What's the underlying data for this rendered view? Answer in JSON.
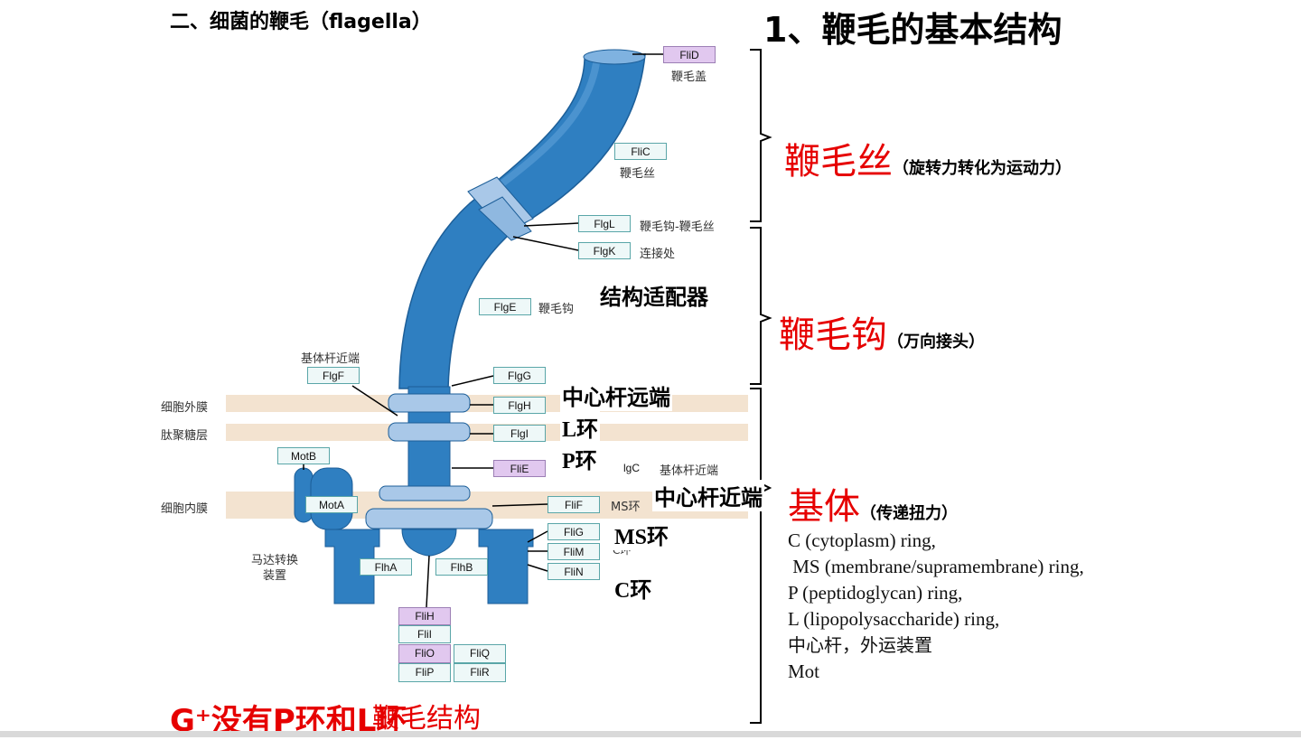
{
  "header": {
    "section_title": "二、细菌的鞭毛（flagella）",
    "main_title": "1、鞭毛的基本结构"
  },
  "protein_boxes": [
    {
      "name": "fliD-box",
      "text": "FliD",
      "purple": true
    },
    {
      "name": "flic-box",
      "text": "FliC",
      "purple": false
    },
    {
      "name": "flgl-box",
      "text": "FlgL",
      "purple": false
    },
    {
      "name": "flgk-box",
      "text": "FlgK",
      "purple": false
    },
    {
      "name": "flge-box",
      "text": "FlgE",
      "purple": false
    },
    {
      "name": "flgf-box",
      "text": "FlgF",
      "purple": false
    },
    {
      "name": "flgg-box",
      "text": "FlgG",
      "purple": false
    },
    {
      "name": "flgh-box",
      "text": "FlgH",
      "purple": false
    },
    {
      "name": "flgi-box",
      "text": "FlgI",
      "purple": false
    },
    {
      "name": "flie-box",
      "text": "FliE",
      "purple": true
    },
    {
      "name": "motb-box",
      "text": "MotB",
      "purple": false
    },
    {
      "name": "mota-box",
      "text": "MotA",
      "purple": false
    },
    {
      "name": "flif-box",
      "text": "FliF",
      "purple": false
    },
    {
      "name": "flig-box",
      "text": "FliG",
      "purple": false
    },
    {
      "name": "flim-box",
      "text": "FliM",
      "purple": false
    },
    {
      "name": "flin-box",
      "text": "FliN",
      "purple": false
    },
    {
      "name": "flha-box",
      "text": "FlhA",
      "purple": false
    },
    {
      "name": "flhb-box",
      "text": "FlhB",
      "purple": false
    },
    {
      "name": "flih-box",
      "text": "FliH",
      "purple": true
    },
    {
      "name": "flii-box",
      "text": "FliI",
      "purple": false
    },
    {
      "name": "flio-box",
      "text": "FliO",
      "purple": true
    },
    {
      "name": "flip-box",
      "text": "FliP",
      "purple": false
    },
    {
      "name": "fliq-box",
      "text": "FliQ",
      "purple": false
    },
    {
      "name": "flir-box",
      "text": "FliR",
      "purple": false
    },
    {
      "name": "flgc-box",
      "text": "lgC",
      "purple": false
    }
  ],
  "diagram_labels": {
    "cap": "鞭毛盖",
    "filament": "鞭毛丝",
    "hook_filament": "鞭毛钩-鞭毛丝",
    "junction": "连接处",
    "hook": "鞭毛钩",
    "proximal_rod": "基体杆近端",
    "outer_membrane": "细胞外膜",
    "peptidoglycan": "肽聚糖层",
    "inner_membrane": "细胞内膜",
    "motor": "马达转换\n装置",
    "ms_ring_small": "MS环",
    "c_ring_small": "C环",
    "proximal_rod_right": "基体杆近端"
  },
  "overlay_labels": {
    "adapter": "结构适配器",
    "distal_rod": "中心杆远端",
    "l_ring": "L环",
    "p_ring": "P环",
    "proximal_rod": "中心杆近端",
    "ms_ring": "MS环",
    "c_ring": "C环"
  },
  "parts": {
    "filament": {
      "name": "鞭毛丝",
      "note": "（旋转力转化为运动力）"
    },
    "hook": {
      "name": "鞭毛钩",
      "note": "（万向接头）"
    },
    "basal_body": {
      "name": "基体",
      "note": "（传递扭力）"
    }
  },
  "ring_list": [
    "C (cytoplasm) ring,",
    " MS (membrane/supramembrane) ring,",
    "P (peptidoglycan) ring,",
    "L (lipopolysaccharide) ring,",
    "中心杆，外运装置",
    "Mot"
  ],
  "footer_note": "G⁺没有P环和L环",
  "footer_overlap": "鞭毛结构",
  "colors": {
    "accent_red": "#e60000",
    "flagellum_blue": "#2f7fc1",
    "ring_light": "#a9c8e8",
    "membrane_band": "#f3e3d0"
  }
}
